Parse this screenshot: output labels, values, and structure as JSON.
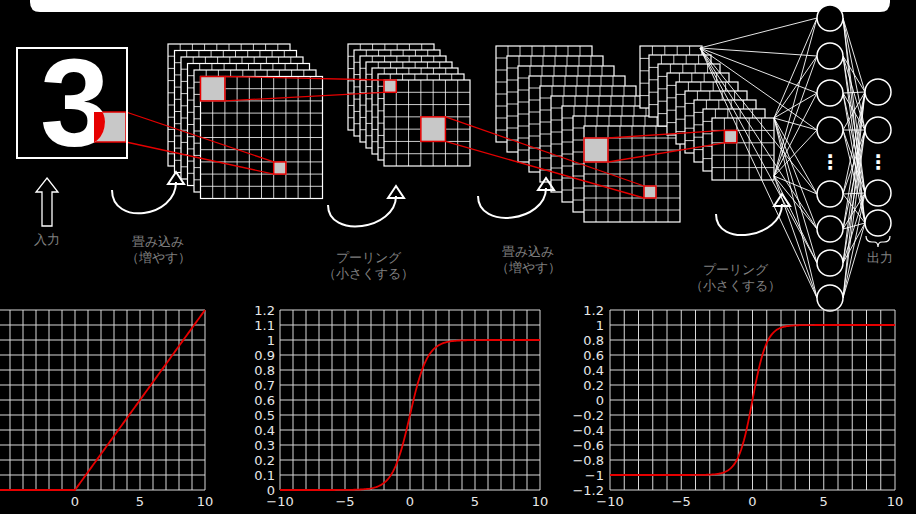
{
  "diagram": {
    "nodes": [
      {
        "text": [
          "3"
        ]
      }
    ],
    "labels": [
      "入力",
      "畳み込み （増やす）",
      "プーリング （小さくする）",
      "畳み込み （増やす）",
      "プーリング （小さくする）",
      "出力",
      "⋮",
      "⋮",
      "0",
      "5",
      "10",
      "1.2",
      "1.1",
      "1",
      "0.9",
      "0.8",
      "0.7",
      "0.6",
      "0.5",
      "0.4",
      "0.3",
      "0.2",
      "0.1",
      "0",
      "−10",
      "−5",
      "0",
      "5",
      "10",
      "1.2",
      "1",
      "0.8",
      "0.6",
      "0.4",
      "0.2",
      "0",
      "−0.2",
      "−0.4",
      "−0.6",
      "−0.8",
      "−1",
      "−1.2",
      "−10",
      "−5",
      "0",
      "5",
      "10"
    ]
  }
}
